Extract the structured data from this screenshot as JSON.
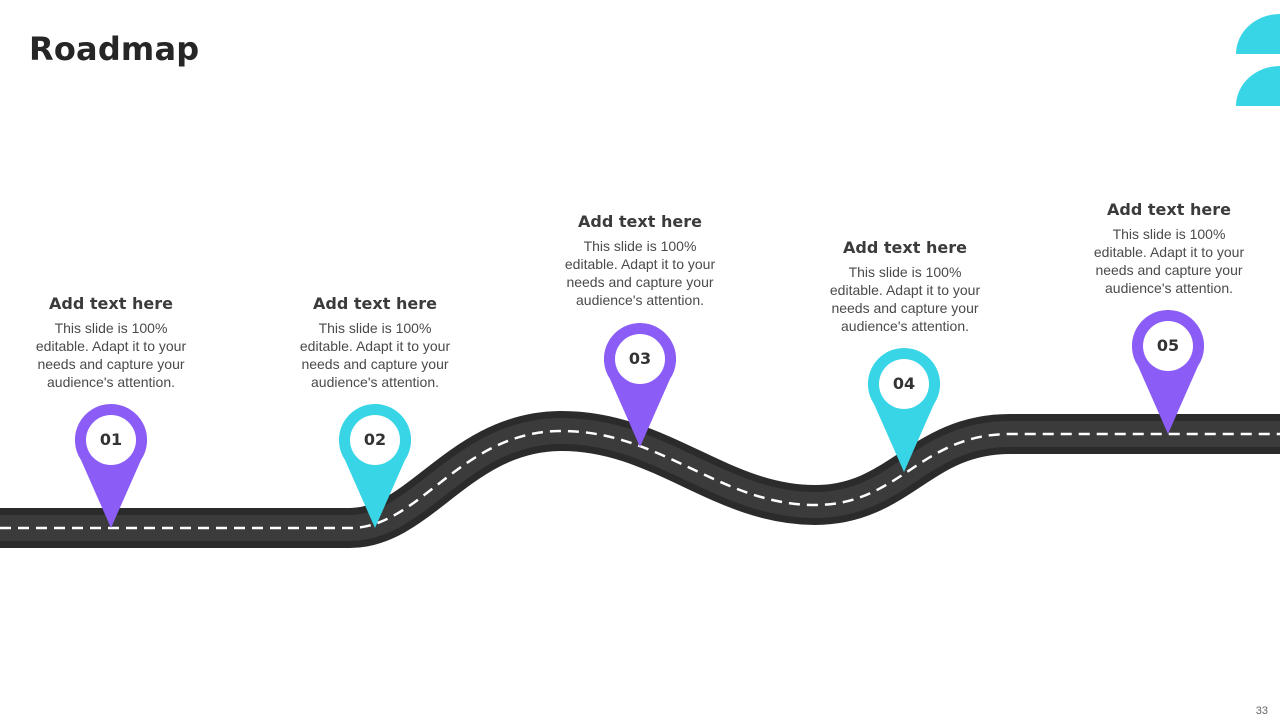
{
  "title": "Roadmap",
  "page_number": "33",
  "colors": {
    "purple": "#8B5CF6",
    "cyan": "#38D5E6",
    "road": "#2f2f2f",
    "dash": "#ffffff"
  },
  "steps": [
    {
      "number": "01",
      "heading": "Add text here",
      "body": "This slide is 100% editable. Adapt it to your needs and capture your audience's attention.",
      "color": "purple"
    },
    {
      "number": "02",
      "heading": "Add text here",
      "body": "This slide is 100% editable. Adapt it to your needs and capture your audience's attention.",
      "color": "cyan"
    },
    {
      "number": "03",
      "heading": "Add text here",
      "body": "This slide is 100% editable. Adapt it to your needs and capture your audience's attention.",
      "color": "purple"
    },
    {
      "number": "04",
      "heading": "Add text here",
      "body": "This slide is 100% editable. Adapt it to your needs and capture your audience's attention.",
      "color": "cyan"
    },
    {
      "number": "05",
      "heading": "Add text here",
      "body": "This slide is 100% editable. Adapt it to your needs and capture your audience's attention.",
      "color": "purple"
    }
  ]
}
